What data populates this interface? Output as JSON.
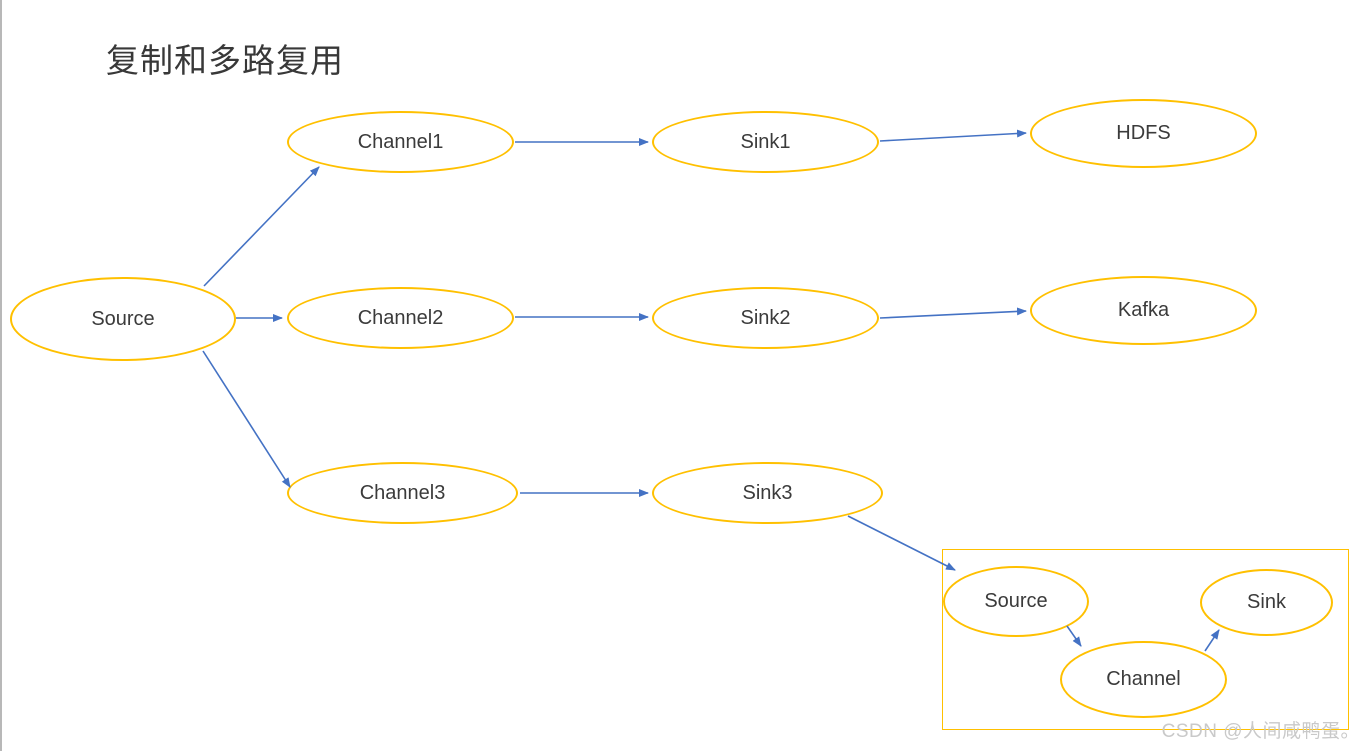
{
  "title": "复制和多路复用",
  "watermark": "CSDN @人间咸鸭蛋。",
  "diagram": {
    "colors": {
      "node_border": "#FFC000",
      "arrow": "#4472C4",
      "text": "#3B3B3B"
    },
    "nodes": {
      "source": {
        "label": "Source"
      },
      "channel1": {
        "label": "Channel1"
      },
      "channel2": {
        "label": "Channel2"
      },
      "channel3": {
        "label": "Channel3"
      },
      "sink1": {
        "label": "Sink1"
      },
      "sink2": {
        "label": "Sink2"
      },
      "sink3": {
        "label": "Sink3"
      },
      "hdfs": {
        "label": "HDFS"
      },
      "kafka": {
        "label": "Kafka"
      },
      "sub_source": {
        "label": "Source"
      },
      "sub_channel": {
        "label": "Channel"
      },
      "sub_sink": {
        "label": "Sink"
      }
    },
    "edges": [
      {
        "from": "source",
        "to": "channel1"
      },
      {
        "from": "source",
        "to": "channel2"
      },
      {
        "from": "source",
        "to": "channel3"
      },
      {
        "from": "channel1",
        "to": "sink1"
      },
      {
        "from": "channel2",
        "to": "sink2"
      },
      {
        "from": "channel3",
        "to": "sink3"
      },
      {
        "from": "sink1",
        "to": "hdfs"
      },
      {
        "from": "sink2",
        "to": "kafka"
      },
      {
        "from": "sink3",
        "to": "sub_source"
      },
      {
        "from": "sub_source",
        "to": "sub_channel"
      },
      {
        "from": "sub_channel",
        "to": "sub_sink"
      }
    ]
  }
}
